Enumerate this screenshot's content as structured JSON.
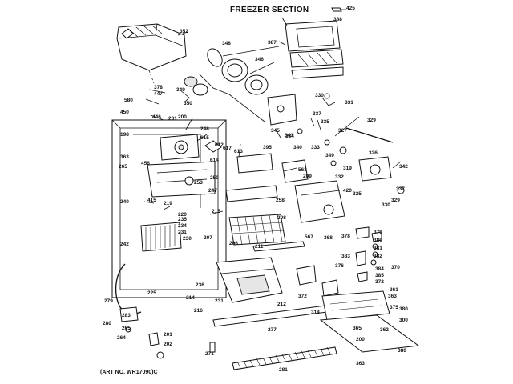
{
  "title": "FREEZER SECTION",
  "part_number": "(ART NO. WR17090)C",
  "labels": [
    "425",
    "388",
    "387",
    "352",
    "348",
    "346",
    "378",
    "447",
    "580",
    "349",
    "350",
    "330",
    "331",
    "450",
    "446",
    "201",
    "200",
    "248",
    "329",
    "345",
    "337",
    "335",
    "327",
    "198",
    "612",
    "615",
    "613",
    "341",
    "363",
    "334",
    "340",
    "333",
    "326",
    "342",
    "395",
    "456",
    "617",
    "614",
    "265",
    "349",
    "563",
    "209",
    "319",
    "332",
    "325",
    "337",
    "250",
    "253",
    "247",
    "240",
    "415",
    "219",
    "220",
    "258",
    "420",
    "215",
    "208",
    "329",
    "330",
    "235",
    "234",
    "231",
    "230",
    "242",
    "207",
    "206",
    "211",
    "567",
    "368",
    "378",
    "379",
    "380",
    "381",
    "382",
    "383",
    "384",
    "385",
    "372",
    "370",
    "376",
    "231",
    "236",
    "225",
    "214",
    "212",
    "279",
    "283",
    "216",
    "280",
    "265",
    "264",
    "201",
    "202",
    "277",
    "372",
    "314",
    "375",
    "363",
    "361",
    "380",
    "363",
    "365",
    "300",
    "362",
    "200",
    "271",
    "281",
    "380"
  ]
}
